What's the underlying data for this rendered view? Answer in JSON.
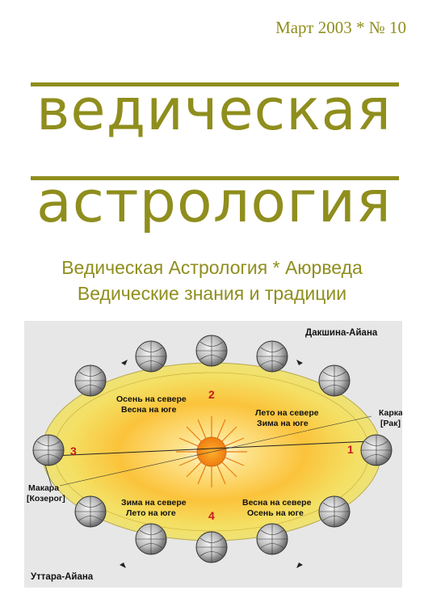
{
  "issue_line": "Март 2003 * № 10",
  "title": {
    "line1": "ведическая",
    "line2": "астрология"
  },
  "subtitle": {
    "line1": "Ведическая Астрология * Аюрведа",
    "line2": "Ведические знания и традиции"
  },
  "diagram": {
    "top_label": "Дакшина-Айана",
    "bottom_label": "Уттара-Айана",
    "right_point": {
      "line1": "Карка",
      "line2": "[Рак]"
    },
    "left_point": {
      "line1": "Макара",
      "line2": "[Козерог]"
    },
    "numbers": [
      "1",
      "2",
      "3",
      "4"
    ],
    "seasons": {
      "top_left": {
        "line1": "Осень на севере",
        "line2": "Весна на юге"
      },
      "top_right": {
        "line1": "Лето на севере",
        "line2": "Зима на юге"
      },
      "bottom_left": {
        "line1": "Зима на севере",
        "line2": "Лето на юге"
      },
      "bottom_right": {
        "line1": "Весна на севере",
        "line2": "Осень на юге"
      }
    },
    "colors": {
      "accent": "#8f8e1d",
      "orbit_outer": "#f3e26a",
      "sun": "#f08a16",
      "number_red": "#c8191f"
    }
  }
}
